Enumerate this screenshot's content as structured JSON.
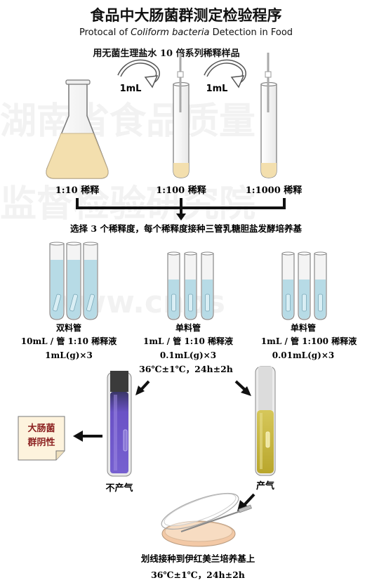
{
  "title": "食品中大肠菌群测定检验程序",
  "subtitle": {
    "prefix": "Protocal of ",
    "italic": "Coliform bacteria",
    "suffix": " Detection in Food"
  },
  "dilution": {
    "instruction": "用无菌生理盐水 10 倍系列稀释样品",
    "transfer_label": "1mL",
    "labels": [
      "1:10 稀释",
      "1:100 稀释",
      "1:1000 稀释"
    ]
  },
  "selection_text": "选择 3 个稀释度，每个稀释度接种三管乳糖胆盐发酵培养基",
  "tube_groups": [
    {
      "type": "双料管",
      "detail": "10mL / 管 1:10 稀释液",
      "amount": "1mL(g)×3"
    },
    {
      "type": "单料管",
      "detail": "1mL / 管 1:10 稀释液",
      "amount": "0.1mL(g)×3"
    },
    {
      "type": "单料管",
      "detail": "1mL / 管 1:100 稀释液",
      "amount": "0.01mL(g)×3"
    }
  ],
  "incubation": "36℃±1℃，24h±2h",
  "result": {
    "no_gas": "不产气",
    "gas": "产气",
    "negative_line1": "大肠菌",
    "negative_line2": "群阴性"
  },
  "streak": {
    "line1": "划线接种到伊红美兰培养基上",
    "line2": "36℃±1℃，24h±2h"
  },
  "watermark": {
    "line1": "湖南省食品质量",
    "line2": "监督检验研究院",
    "line3": "www.cnbs"
  },
  "colors": {
    "liquid_beige": "#f3dfae",
    "medium_blue": "#b7dbe6",
    "purple_broth": "#6d53c7",
    "yellow_broth": "#c8b63e",
    "note_fill": "#fdf3dd",
    "arrow": "#111111"
  }
}
